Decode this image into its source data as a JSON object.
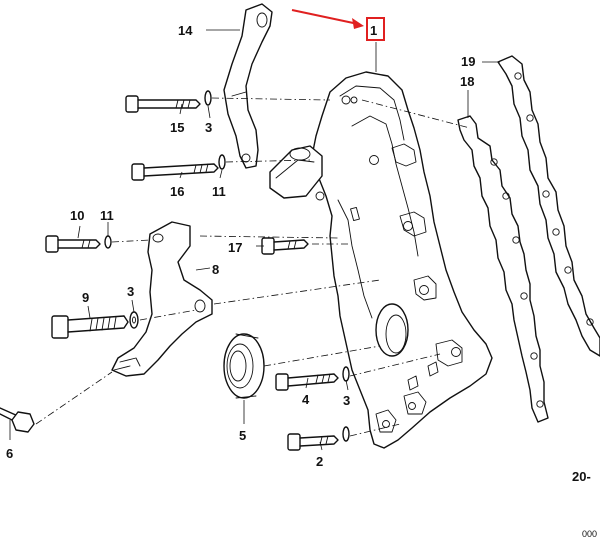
{
  "diagram": {
    "callouts": [
      {
        "id": "p1",
        "label": "1"
      },
      {
        "id": "p2",
        "label": "2"
      },
      {
        "id": "p3a",
        "label": "3"
      },
      {
        "id": "p3b",
        "label": "3"
      },
      {
        "id": "p3c",
        "label": "3"
      },
      {
        "id": "p4",
        "label": "4"
      },
      {
        "id": "p5",
        "label": "5"
      },
      {
        "id": "p6",
        "label": "6"
      },
      {
        "id": "p8",
        "label": "8"
      },
      {
        "id": "p9",
        "label": "9"
      },
      {
        "id": "p10",
        "label": "10"
      },
      {
        "id": "p11a",
        "label": "11"
      },
      {
        "id": "p11b",
        "label": "11"
      },
      {
        "id": "p14",
        "label": "14"
      },
      {
        "id": "p15",
        "label": "15"
      },
      {
        "id": "p16",
        "label": "16"
      },
      {
        "id": "p17",
        "label": "17"
      },
      {
        "id": "p18",
        "label": "18"
      },
      {
        "id": "p19",
        "label": "19"
      }
    ],
    "highlight_label": "1",
    "highlight_color": "#e02020",
    "figure_ref": "20-",
    "figure_code": "000"
  }
}
